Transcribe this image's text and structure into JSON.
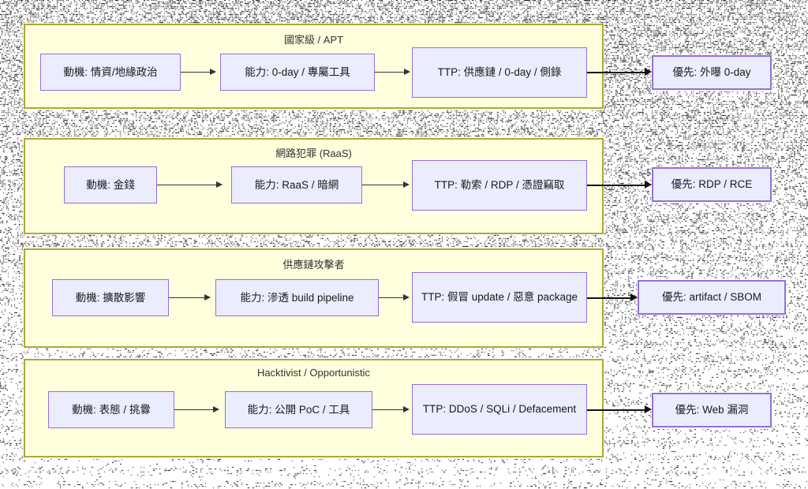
{
  "diagram": {
    "type": "flowchart",
    "title": "Threat actor profiles flowchart",
    "colors": {
      "cluster_fill": "#ffffde",
      "cluster_border": "#aaaa33",
      "node_fill": "#ececff",
      "node_border": "#9370db",
      "edge": "#333333",
      "text": "#1a1a1a"
    },
    "clusters": [
      {
        "id": "nation-state",
        "title": "國家級 / APT",
        "nodes": [
          {
            "id": "motive",
            "label": "動機: 情資/地緣政治"
          },
          {
            "id": "capability",
            "label": "能力: 0-day / 專屬工具"
          },
          {
            "id": "ttp",
            "label": "TTP: 供應鏈 / 0-day / 側錄"
          }
        ],
        "priority": {
          "id": "priority",
          "label": "優先: 外曝 0-day"
        }
      },
      {
        "id": "cybercrime",
        "title": "網路犯罪 (RaaS)",
        "nodes": [
          {
            "id": "motive",
            "label": "動機: 金錢"
          },
          {
            "id": "capability",
            "label": "能力: RaaS / 暗網"
          },
          {
            "id": "ttp",
            "label": "TTP: 勒索 / RDP / 憑證竊取"
          }
        ],
        "priority": {
          "id": "priority",
          "label": "優先: RDP / RCE"
        }
      },
      {
        "id": "supply-chain",
        "title": "供應鏈攻擊者",
        "nodes": [
          {
            "id": "motive",
            "label": "動機: 擴散影響"
          },
          {
            "id": "capability",
            "label": "能力: 滲透 build pipeline"
          },
          {
            "id": "ttp",
            "label": "TTP: 假冒 update / 惡意 package"
          }
        ],
        "priority": {
          "id": "priority",
          "label": "優先: artifact / SBOM"
        }
      },
      {
        "id": "hacktivist",
        "title": "Hacktivist / Opportunistic",
        "nodes": [
          {
            "id": "motive",
            "label": "動機: 表態 / 挑釁"
          },
          {
            "id": "capability",
            "label": "能力: 公開 PoC / 工具"
          },
          {
            "id": "ttp",
            "label": "TTP: DDoS / SQLi / Defacement"
          }
        ],
        "priority": {
          "id": "priority",
          "label": "優先: Web 漏洞"
        }
      }
    ]
  }
}
